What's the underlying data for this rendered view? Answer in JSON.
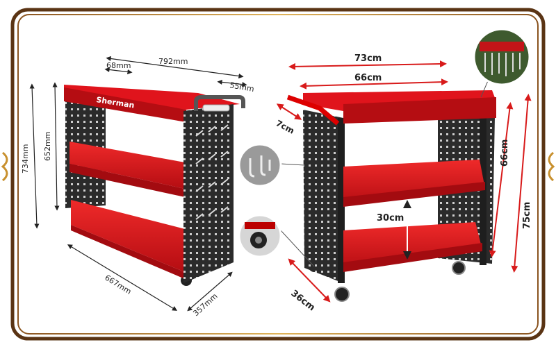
{
  "colors": {
    "frame_outer": "#5a3414",
    "frame_gold": "#c8902e",
    "cart_red": "#e0141c",
    "cart_dark_red": "#a30b10",
    "pegboard": "#2b2b2b",
    "dim_left": "#222222",
    "dim_right": "#d81a1a"
  },
  "left_product": {
    "brand": "Sherman",
    "dimensions": {
      "top_width": "792mm",
      "shelf_lip": "68mm",
      "handle": "55mm",
      "height_total": "734mm",
      "height_frame": "652mm",
      "length": "667mm",
      "depth": "357mm"
    }
  },
  "right_product": {
    "dimensions": {
      "width_overall": "73cm",
      "width_tray": "66cm",
      "handle": "7cm",
      "shelf_height": "66cm",
      "height_total": "75cm",
      "shelf_gap": "30cm",
      "depth": "36cm"
    }
  },
  "icons": [
    "hook-closeup-icon",
    "wheel-closeup-icon",
    "tools-closeup-icon"
  ]
}
